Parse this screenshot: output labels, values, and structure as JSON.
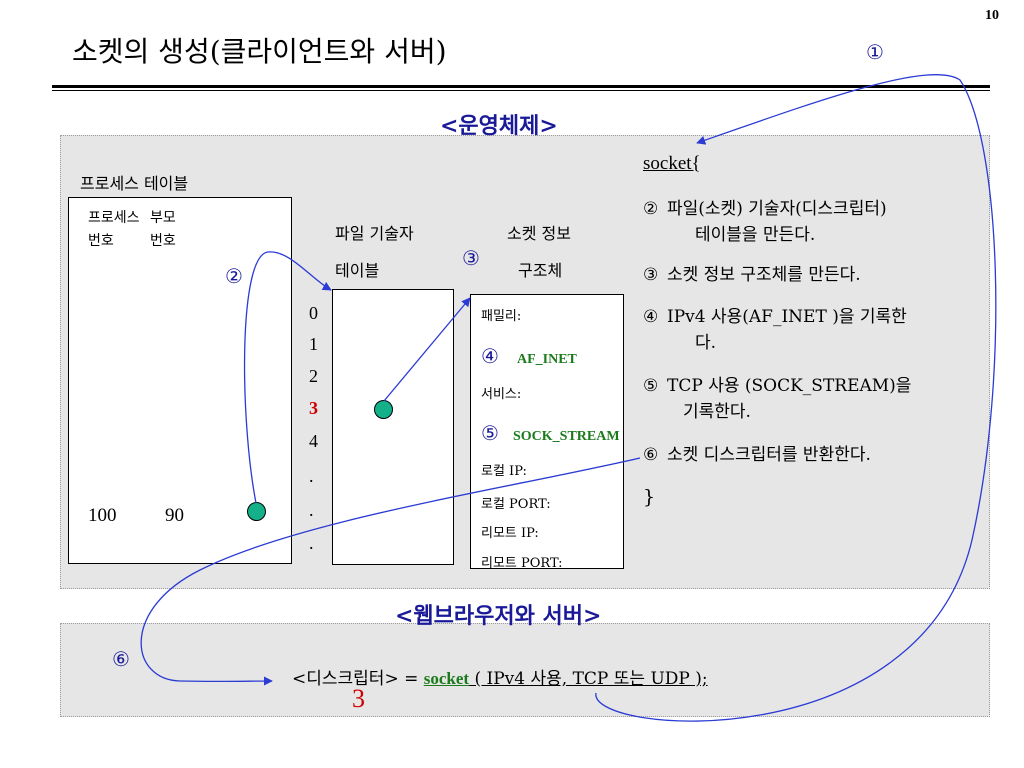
{
  "page_number": "10",
  "title": "소켓의 생성(클라이언트와 서버)",
  "os_heading": "<운영체제>",
  "browser_heading": "<웹브라우저와 서버>",
  "process_table": {
    "label": "프로세스 테이블",
    "col1_line1": "프로세스",
    "col1_line2": "번호",
    "col2_line1": "부모",
    "col2_line2": "번호",
    "pid": "100",
    "ppid": "90"
  },
  "fd_table": {
    "label_line1": "파일 기술자",
    "label_line2": "테이블",
    "indices": [
      "0",
      "1",
      "2",
      "3",
      "4",
      ".",
      ".",
      "."
    ]
  },
  "socket_struct": {
    "label_line1": "소켓 정보",
    "label_line2": "구조체",
    "family_label": "패밀리:",
    "family_value": "AF_INET",
    "service_label": "서비스:",
    "service_value": "SOCK_STREAM",
    "local_ip": "로컬 IP:",
    "local_port": "로컬 PORT:",
    "remote_ip": "리모트 IP:",
    "remote_port": "리모트 PORT:"
  },
  "markers": {
    "m1": "①",
    "m2": "②",
    "m3": "③",
    "m4": "④",
    "m5": "⑤",
    "m6": "⑥"
  },
  "steps": {
    "open": "socket{",
    "s2_num": "②",
    "s2_line1": "파일(소켓) 기술자(디스크립터)",
    "s2_line2": "테이블을 만든다.",
    "s3_num": "③",
    "s3_line1": "소켓 정보 구조체를 만든다.",
    "s4_num": "④",
    "s4_line1": "IPv4 사용(AF_INET )을 기록한",
    "s4_line2": "다.",
    "s5_num": "⑤",
    "s5_line1": "TCP 사용 (SOCK_STREAM)을",
    "s5_line2": "기록한다.",
    "s6_num": "⑥",
    "s6_line1": "소켓 디스크립터를 반환한다.",
    "close": "}"
  },
  "code": {
    "lhs": "<디스크립터> = ",
    "func": "socket",
    "args": " (  IPv4 사용, TCP 또는 UDP   );",
    "return_value": "3"
  },
  "colors": {
    "heading_blue": "#1a1a99",
    "arrow_blue": "#2b3bd4",
    "dot_green": "#14b08a",
    "text_green": "#1b7a1b",
    "highlight_red": "#cc0000",
    "panel_gray": "#e6e6e6"
  }
}
